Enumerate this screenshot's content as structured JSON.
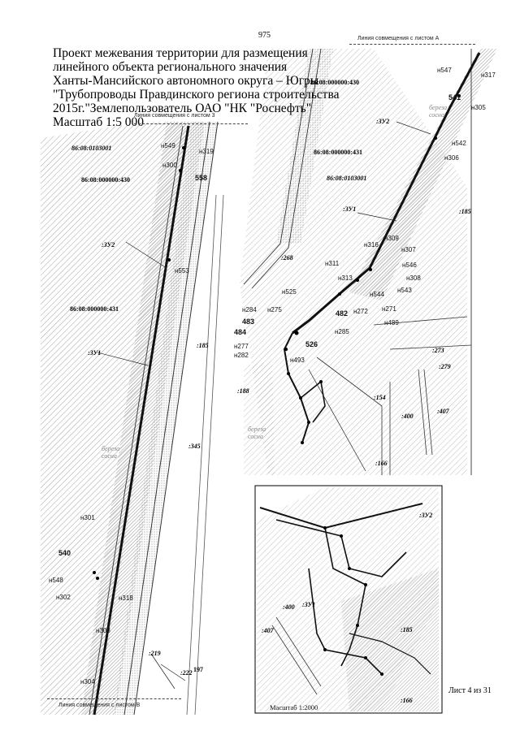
{
  "page": {
    "page_number": "975",
    "sheet": "Лист 4 из 31"
  },
  "title": {
    "line1": "Проект межевания территории для размещения",
    "line2": "линейного объекта регионального значения",
    "line3": "Ханты-Мансийского автономного округа – Югры",
    "line4": "\"Трубопроводы Правдинского региона строительства",
    "line5": "2015г.\"Землепользователь ОАО \"НК \"Роснефть\"",
    "scale": "Масштаб 1:5 000"
  },
  "match_lines": {
    "sheet_a": "Линия совмещения с листом А",
    "sheet_3": "Линия совмещения с листом 3",
    "sheet_b": "Линия совмещения с листом В"
  },
  "inset": {
    "scale": "Масштаб 1:2000"
  },
  "map_labels": {
    "cadastral_block_1": "86:08:0103001",
    "cadastral_block_2": "86:08:0103001",
    "parcel_430_left": "86:08:000000:430",
    "parcel_430_right": "86:08:000000:430",
    "parcel_431_left": "86:08:000000:431",
    "parcel_431_right": "86:08:000000:431",
    "zu1_left": ":ЗУ1",
    "zu2_left": ":ЗУ2",
    "zu1_right": ":ЗУ1",
    "zu2_right": ":ЗУ2",
    "zu2_inset": ":ЗУ2",
    "zu1_inset": ":ЗУ1",
    "p185_left": ":185",
    "p185_right": ":185",
    "p185_inset": ":185",
    "p345": ":345",
    "p268": ":268",
    "p188": ":188",
    "p154": ":154",
    "p166": ":166",
    "p166_inset": ":166",
    "p273": ":273",
    "p279": ":279",
    "p400": ":400",
    "p407": ":407",
    "p400_inset": ":400",
    "p407_inset": ":407",
    "p219": ":219",
    "p222": ":222",
    "p197": "197",
    "forest_1": "береза сосна",
    "forest_2": "береза сосна",
    "forest_3": "береза сосна"
  },
  "points": {
    "n549": "н549",
    "n319": "н319",
    "n300": "н300",
    "p558": "558",
    "n553": "н553",
    "n301": "н301",
    "p540": "540",
    "n548": "н548",
    "n302": "н302",
    "n318": "н318",
    "n303": "н303",
    "n304": "н304",
    "n547": "н547",
    "n317": "н317",
    "p541": "541",
    "n305": "н305",
    "n542": "н542",
    "n306": "н306",
    "n309": "н309",
    "n316": "н316",
    "n307": "н307",
    "n311": "н311",
    "n546": "н546",
    "n313": "н313",
    "n308": "н308",
    "n525": "н525",
    "n544": "н544",
    "n543": "н543",
    "n284": "н284",
    "n275": "н275",
    "p482": "482",
    "n272": "н272",
    "n271": "н271",
    "p483": "483",
    "n285": "н285",
    "n489": "н489",
    "p484": "484",
    "p526": "526",
    "n277": "н277",
    "n282": "н282",
    "n493": "н493"
  }
}
